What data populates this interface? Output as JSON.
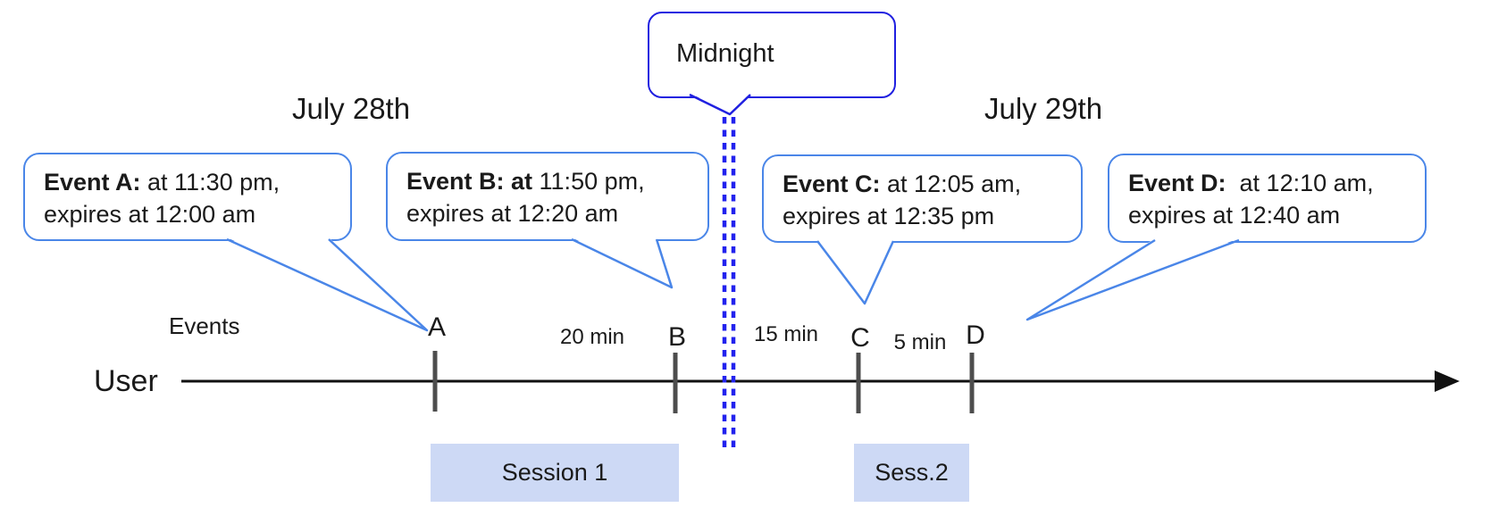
{
  "dates": {
    "left": "July 28th",
    "right": "July 29th"
  },
  "midnight": {
    "label": "Midnight"
  },
  "events": [
    {
      "bold": "Event A:",
      "rest": " at 11:30 pm,",
      "line2": "expires at 12:00 am"
    },
    {
      "bold": "Event B: at",
      "rest": " 11:50 pm,",
      "line2": "expires at 12:20 am"
    },
    {
      "bold": "Event C:",
      "rest": " at 12:05 am,",
      "line2": "expires at 12:35 pm"
    },
    {
      "bold": "Event D:",
      "rest": "  at 12:10 am,",
      "line2": "expires at 12:40 am"
    }
  ],
  "timeline": {
    "row_label": "Events",
    "axis_label": "User",
    "ticks": [
      "A",
      "B",
      "C",
      "D"
    ],
    "intervals": [
      "20 min",
      "15 min",
      "5 min"
    ]
  },
  "sessions": [
    {
      "label": "Session 1"
    },
    {
      "label": "Sess.2"
    }
  ],
  "colors": {
    "callout_border": "#4a86e8",
    "midnight_blue": "#2020e0",
    "dash_blue": "#2222ee",
    "session_fill": "#cdd9f5",
    "tick_gray": "#4d4d4d"
  }
}
